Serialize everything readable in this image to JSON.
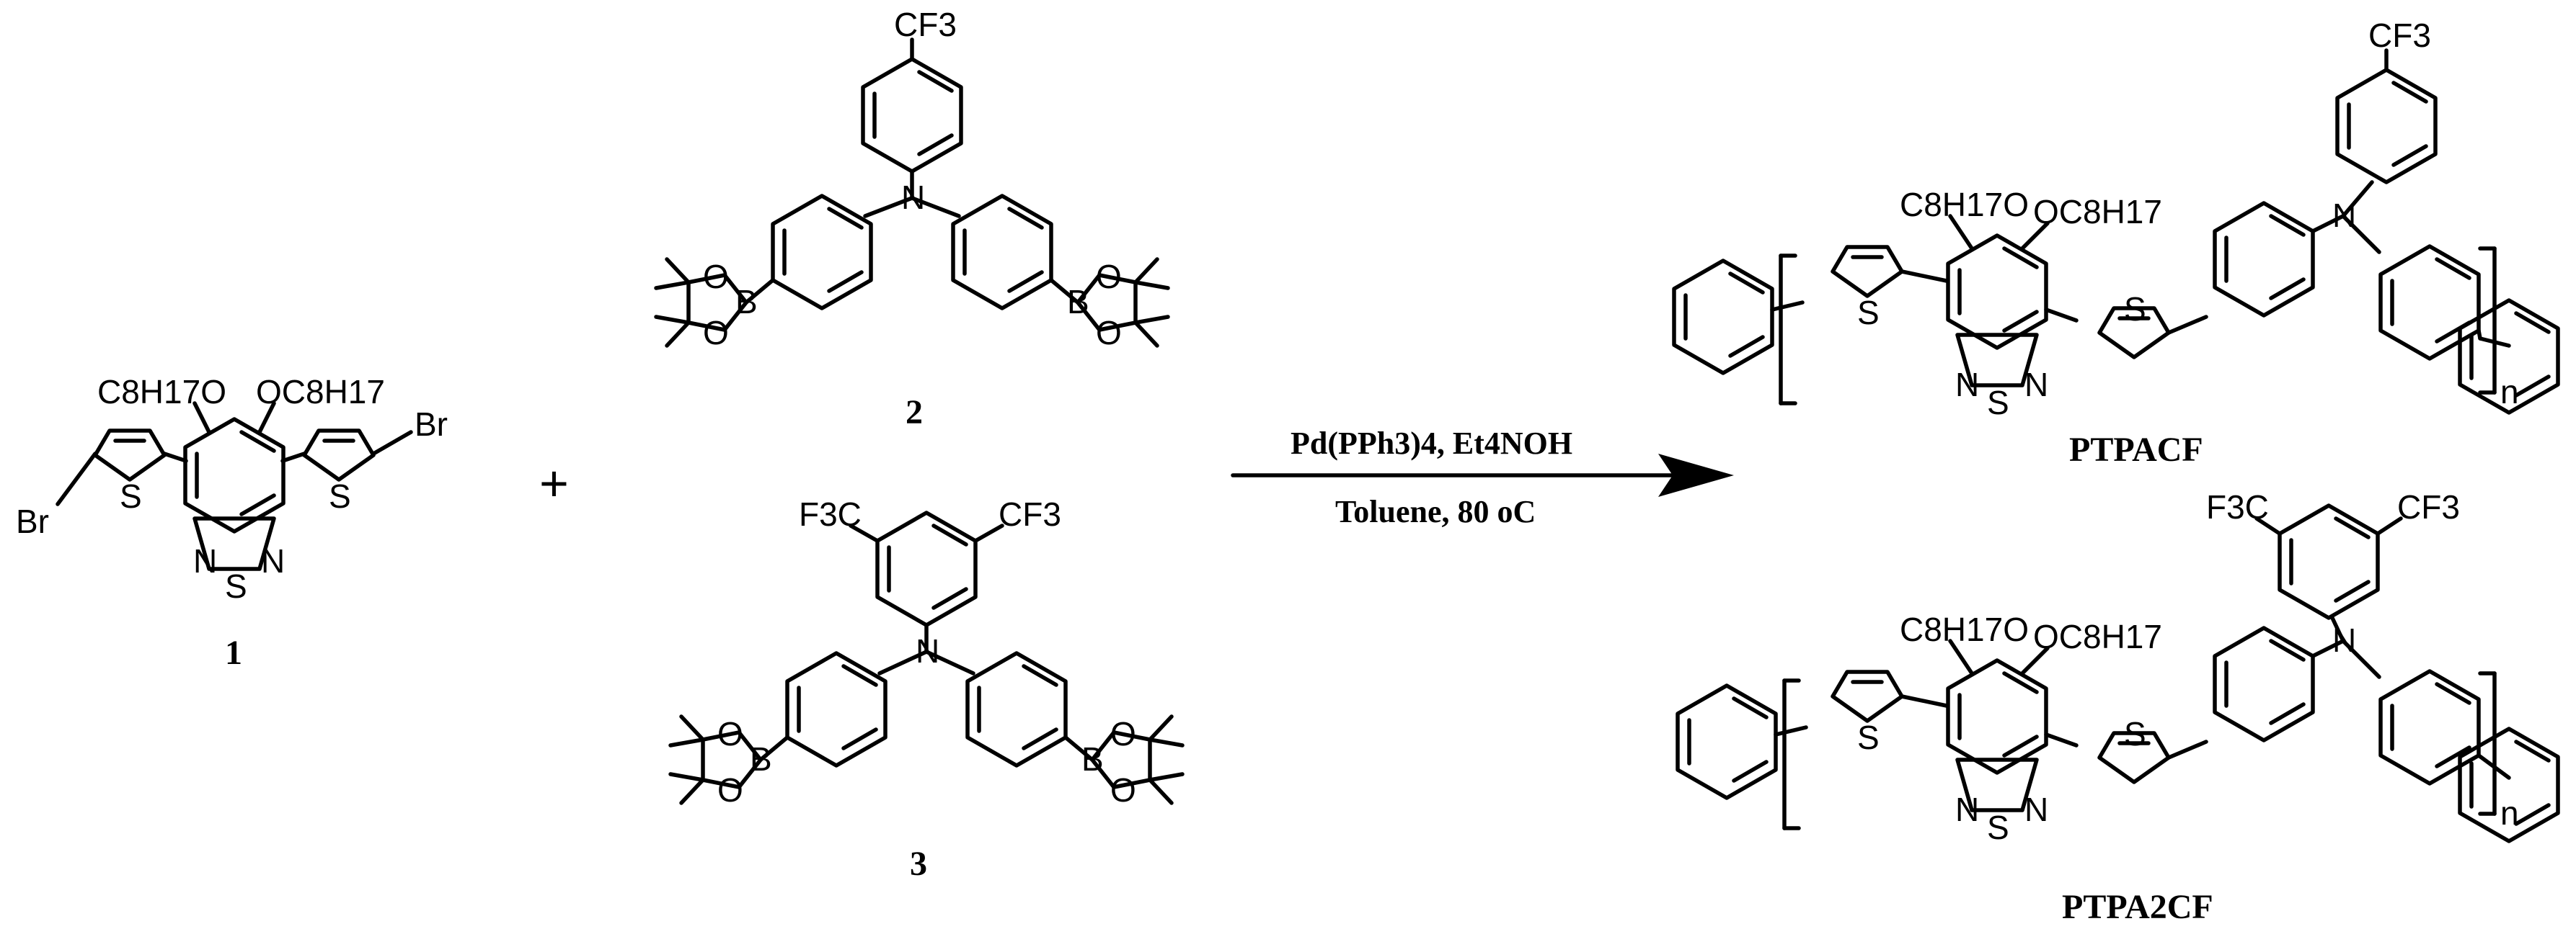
{
  "compounds": {
    "monomer1": "1",
    "monomer2": "2",
    "monomer3": "3",
    "polymer1": "PTPACF",
    "polymer2": "PTPA2CF"
  },
  "operators": {
    "plus": "+"
  },
  "conditions": {
    "catalyst": "Pd(PPh3)4, Et4NOH",
    "solvent": "Toluene, 80 oC"
  },
  "labels": {
    "bromine": "Br",
    "sulfur": "S",
    "nitrogen": "N",
    "boron": "B",
    "oxygen": "O",
    "cf3": "CF3",
    "f3c": "F3C",
    "octyloxy": "C8H17O",
    "octyloxy_right": "OC8H17",
    "repeat": "n"
  }
}
